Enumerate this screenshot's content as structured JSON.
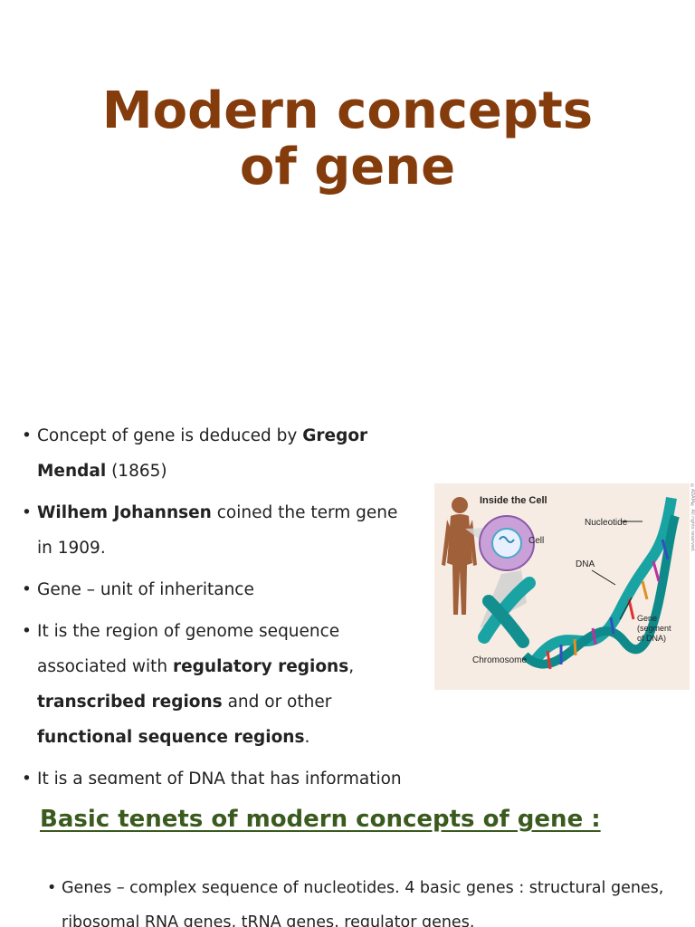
{
  "slide1": {
    "title_line1": "Modern concepts",
    "title_line2": "of gene"
  },
  "slide2": {
    "b1": {
      "t1": "Concept of gene is deduced by ",
      "bold1": "Gregor Mendal",
      "t2": " (1865)"
    },
    "b2": {
      "bold1": "Wilhem Johannsen",
      "t1": " coined the term gene in 1909."
    },
    "b3": {
      "t1": "Gene – unit of inheritance"
    },
    "b4": {
      "t1": "It is the region of genome sequence associated with ",
      "bold1": "regulatory regions",
      "t2": ", ",
      "bold2": "transcribed regions",
      "t3": " and or other ",
      "bold3": "functional sequence regions",
      "t4": "."
    },
    "b5": {
      "t1": "It is a segment of DNA that has information coded in it in the form of a nucleotide sequence"
    },
    "figure": {
      "inside_cell": "Inside the Cell",
      "cell": "Cell",
      "nucleotide": "Nucleotide",
      "dna": "DNA",
      "gene1": "Gene",
      "gene2": "(segment",
      "gene3": "of DNA)",
      "chromosome": "Chromosome",
      "credit": "©ADAM® All rights reserved."
    }
  },
  "slide3": {
    "heading": "Basic tenets of modern concepts of gene :",
    "b1": "Genes – complex sequence of nucleotides. 4 basic genes : structural genes, ribosomal RNA genes, tRNA genes, regulator genes."
  },
  "colors": {
    "title": "#843c0c",
    "heading": "#3a5a1e",
    "helix": "#1aa3a3"
  }
}
